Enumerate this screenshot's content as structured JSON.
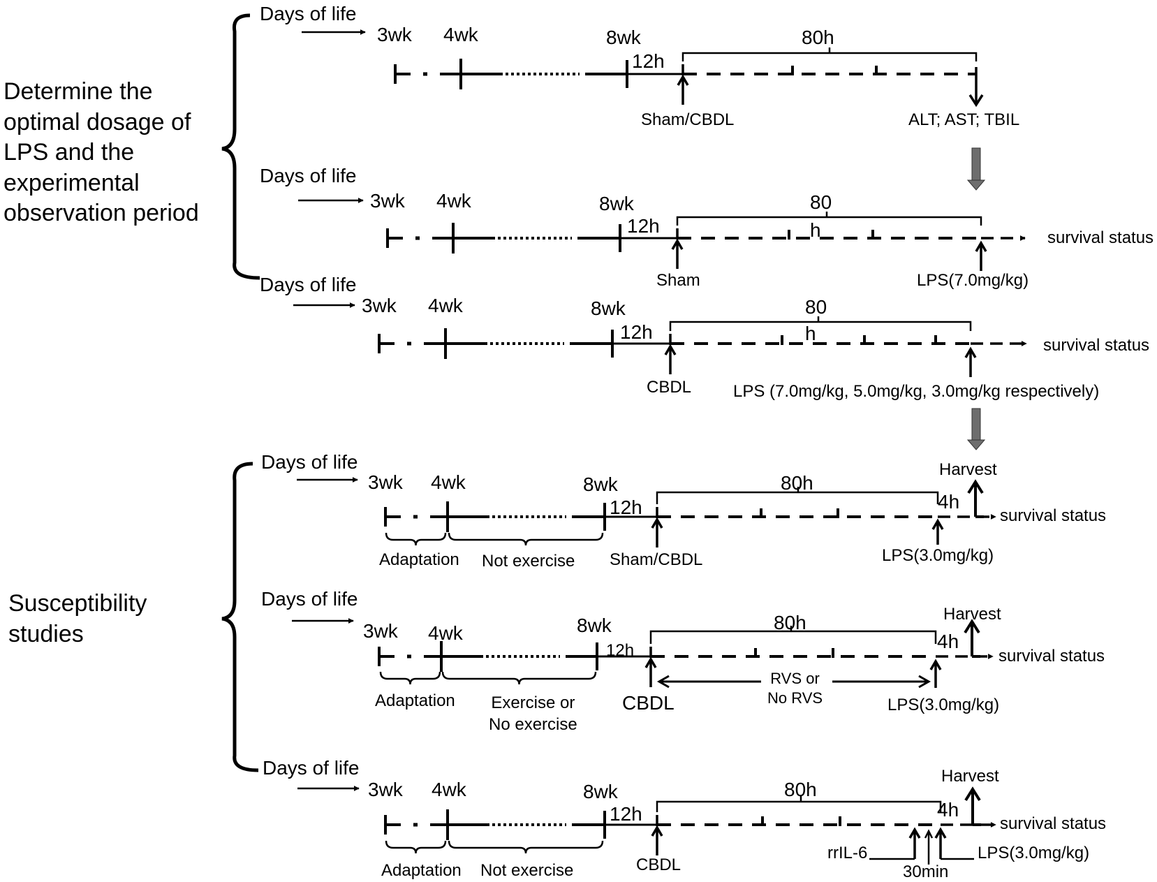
{
  "left_labels": {
    "group1": "Determine the\noptimal dosage of\nLPS and the\nexperimental\nobservation period",
    "group2": "Susceptibility\nstudies"
  },
  "common": {
    "days_of_life": "Days of life",
    "wk3": "3wk",
    "wk4": "4wk",
    "wk8": "8wk",
    "h12": "12h",
    "h80": "80h",
    "h80_split": "80",
    "h_unit": "h",
    "h4": "4h",
    "survival_status": "survival status",
    "harvest": "Harvest",
    "adaptation": "Adaptation",
    "not_exercise": "Not exercise"
  },
  "row1": {
    "surgery": "Sham/CBDL",
    "endpoint": "ALT; AST; TBIL"
  },
  "row2": {
    "surgery": "Sham",
    "treatment": "LPS(7.0mg/kg)"
  },
  "row3": {
    "surgery": "CBDL",
    "treatment": "LPS  (7.0mg/kg, 5.0mg/kg, 3.0mg/kg  respectively)"
  },
  "row4": {
    "surgery": "Sham/CBDL",
    "treatment": "LPS(3.0mg/kg)"
  },
  "row5": {
    "surgery": "CBDL",
    "exercise": "Exercise or\nNo exercise",
    "rvs": "RVS or\nNo RVS",
    "treatment": "LPS(3.0mg/kg)"
  },
  "row6": {
    "surgery": "CBDL",
    "rril6": "rrIL-6",
    "interval": "30min",
    "treatment": "LPS(3.0mg/kg)"
  },
  "colors": {
    "line": "#000000",
    "flow_arrow": "#6e6e6e",
    "background": "#ffffff"
  }
}
